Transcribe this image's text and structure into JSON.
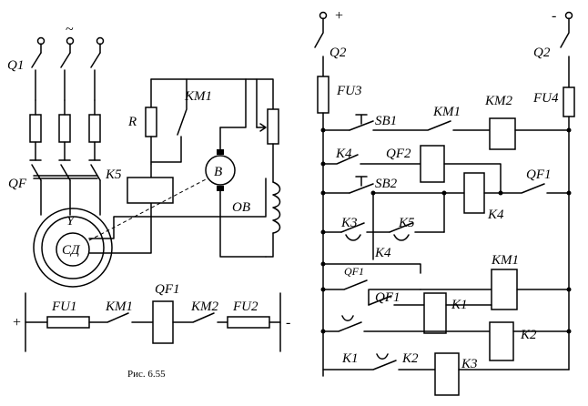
{
  "figure": {
    "caption": "Рис. 6.55"
  },
  "left_circuit": {
    "ac_symbol": "~",
    "switch_label": "Q1",
    "breaker_label": "QF",
    "star_label": "Y",
    "motor_label": "СД",
    "resistor_label": "R",
    "contact_label": "KM1",
    "relay_label": "K5",
    "exciter_label": "B",
    "winding_label": "OB"
  },
  "bottom_circuit": {
    "plus": "+",
    "minus": "-",
    "fuse1": "FU1",
    "contact1": "KM1",
    "coil": "QF1",
    "contact2": "KM2",
    "fuse2": "FU2"
  },
  "right_circuit": {
    "plus": "+",
    "minus": "-",
    "switch_left": "Q2",
    "switch_right": "Q2",
    "fuse_left": "FU3",
    "fuse_right": "FU4",
    "labels": {
      "sb1": "SB1",
      "km1_r1": "KM1",
      "km2": "KM2",
      "k4_r2": "K4",
      "qf2": "QF2",
      "sb2": "SB2",
      "qf1_r3": "QF1",
      "k4_coil": "K4",
      "k3": "K3",
      "k5": "K5",
      "k4_r4": "K4",
      "km1_coil": "KM1",
      "qf1_small": "QF1",
      "qf1_r6": "QF1",
      "k1_coil": "K1",
      "k2_coil": "K2",
      "k1_contact": "K1",
      "k2_contact": "K2",
      "k3_coil": "K3"
    }
  }
}
